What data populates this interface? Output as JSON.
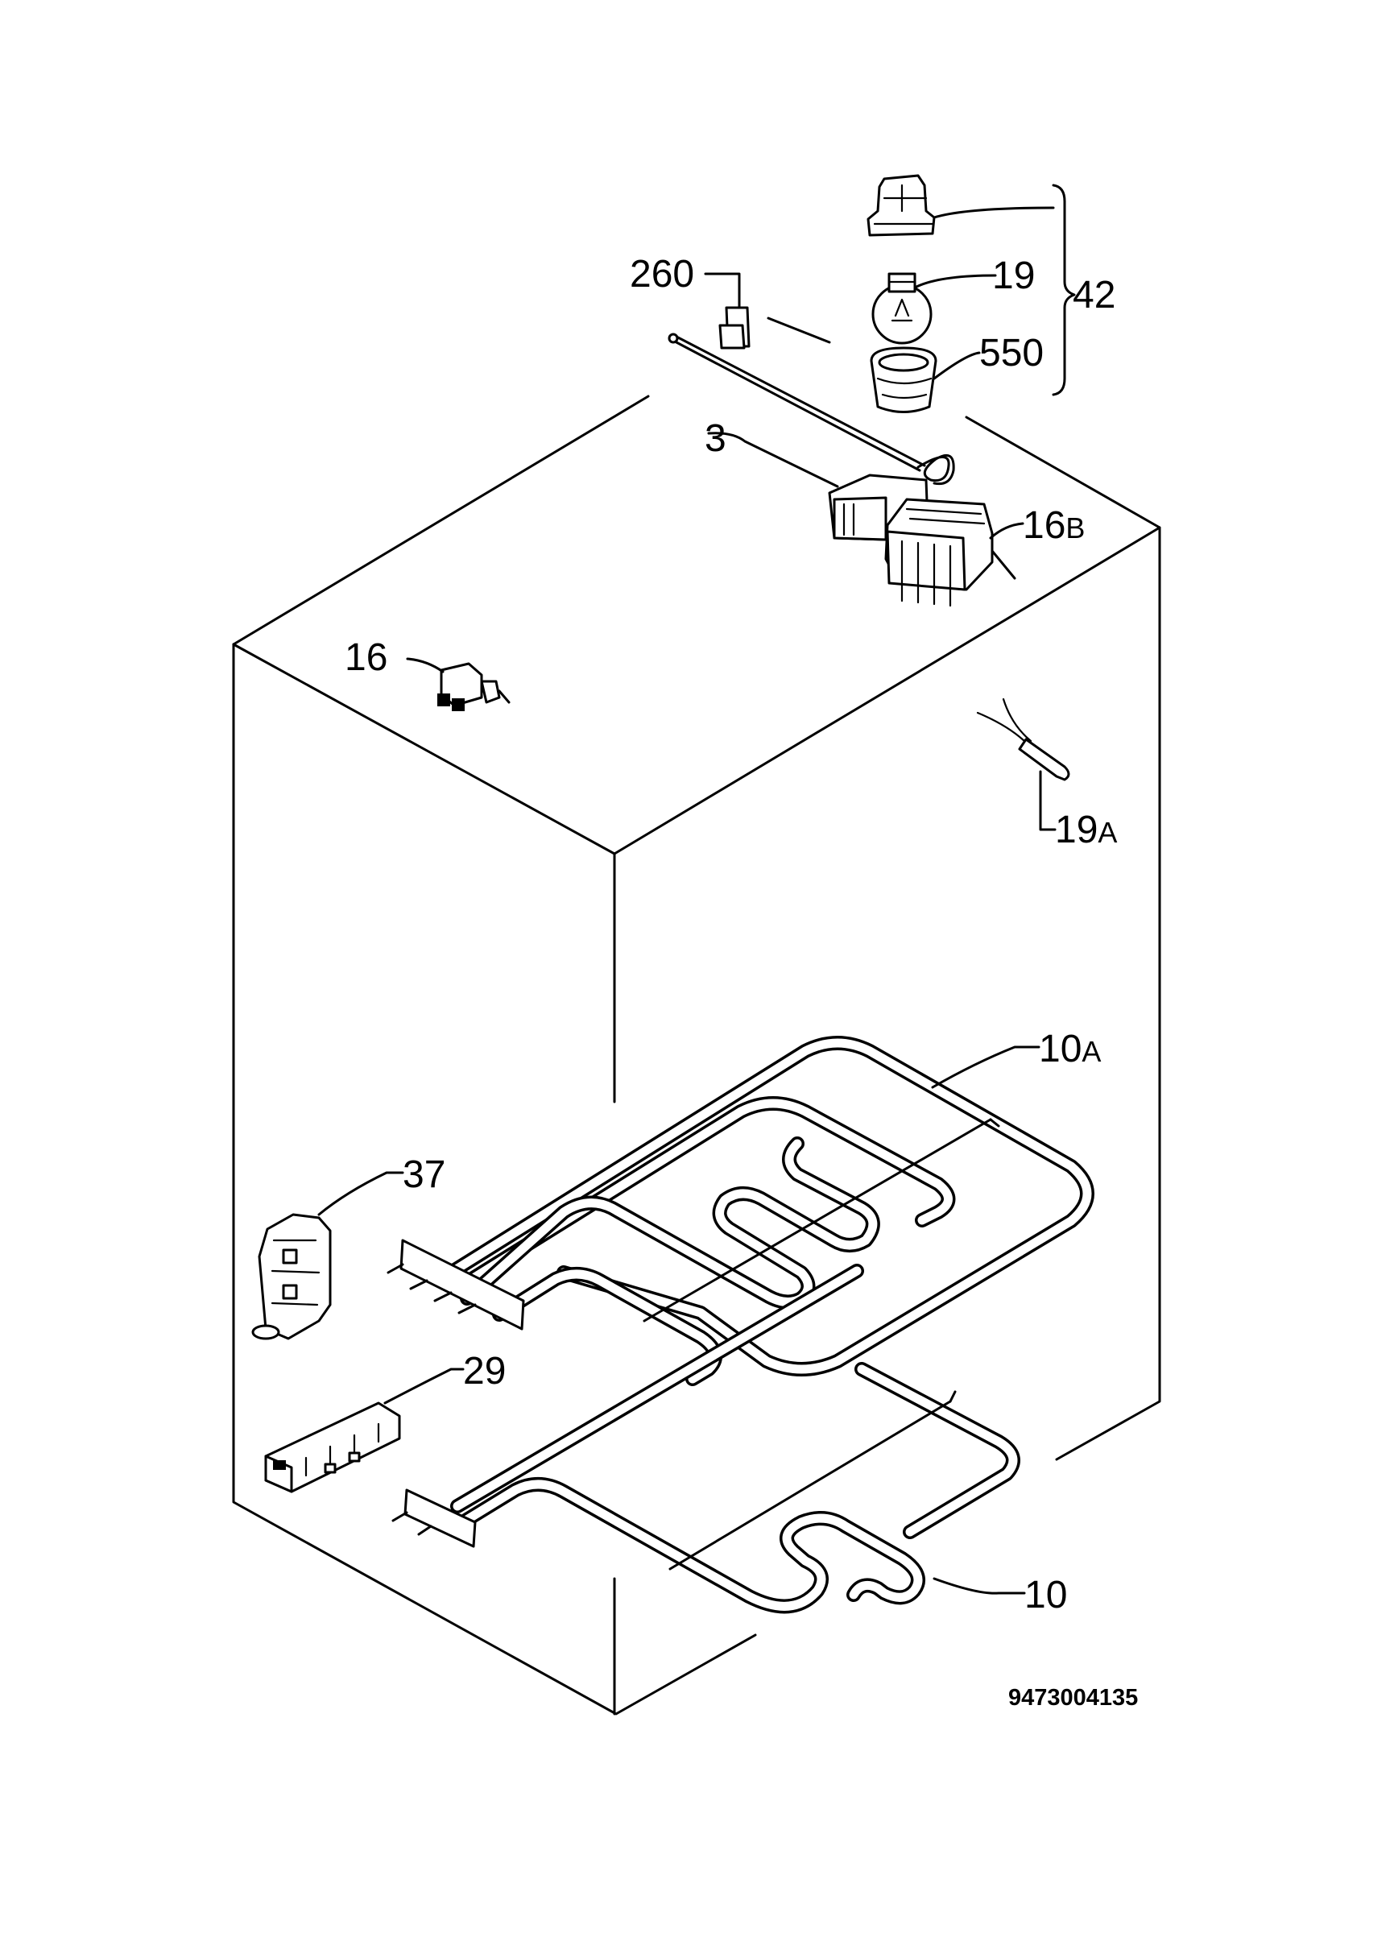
{
  "diagram": {
    "document_code": "9473004135",
    "labels": {
      "p260": "260",
      "p19": "19",
      "p42": "42",
      "p550": "550",
      "p3": "3",
      "p16b": {
        "main": "16",
        "suffix": "B"
      },
      "p16": "16",
      "p19a": {
        "main": "19",
        "suffix": "A"
      },
      "p10a": {
        "main": "10",
        "suffix": "A"
      },
      "p37": "37",
      "p29": "29",
      "p10": "10"
    }
  }
}
